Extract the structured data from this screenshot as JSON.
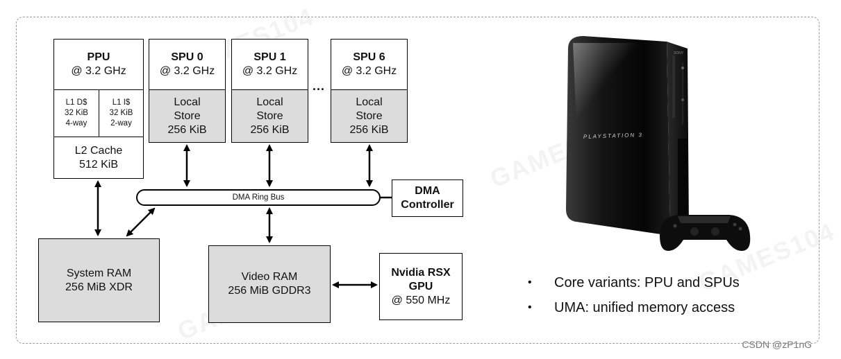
{
  "ppu": {
    "title": "PPU",
    "clock": "@ 3.2 GHz",
    "l1d": {
      "l1": "L1 D$",
      "l2": "32 KiB",
      "l3": "4-way"
    },
    "l1i": {
      "l1": "L1 I$",
      "l2": "32 KiB",
      "l3": "2-way"
    },
    "l2": {
      "l1": "L2 Cache",
      "l2": "512 KiB"
    }
  },
  "spus": [
    {
      "title": "SPU 0",
      "clock": "@ 3.2 GHz",
      "store1": "Local",
      "store2": "Store",
      "store3": "256 KiB"
    },
    {
      "title": "SPU 1",
      "clock": "@ 3.2 GHz",
      "store1": "Local",
      "store2": "Store",
      "store3": "256 KiB"
    },
    {
      "title": "SPU 6",
      "clock": "@ 3.2 GHz",
      "store1": "Local",
      "store2": "Store",
      "store3": "256 KiB"
    }
  ],
  "ellipsis": "...",
  "bus_label": "DMA Ring Bus",
  "dma": {
    "l1": "DMA",
    "l2": "Controller"
  },
  "system_ram": {
    "l1": "System RAM",
    "l2": "256 MiB XDR"
  },
  "video_ram": {
    "l1": "Video RAM",
    "l2": "256 MiB GDDR3"
  },
  "gpu": {
    "l1": "Nvidia RSX",
    "l2": "GPU",
    "l3": "@ 550 MHz"
  },
  "console": {
    "brand_text": "PLAYSTATION 3",
    "badge": "SONY"
  },
  "bullets": [
    {
      "mark": "•",
      "text": "Core variants: PPU and SPUs"
    },
    {
      "mark": "•",
      "text": "UMA: unified memory access"
    }
  ],
  "credit": "CSDN @zP1nG",
  "watermark": "GAMES104",
  "colors": {
    "ram_fill": "#dcdcdc",
    "frame_border": "#9a9a9a"
  }
}
